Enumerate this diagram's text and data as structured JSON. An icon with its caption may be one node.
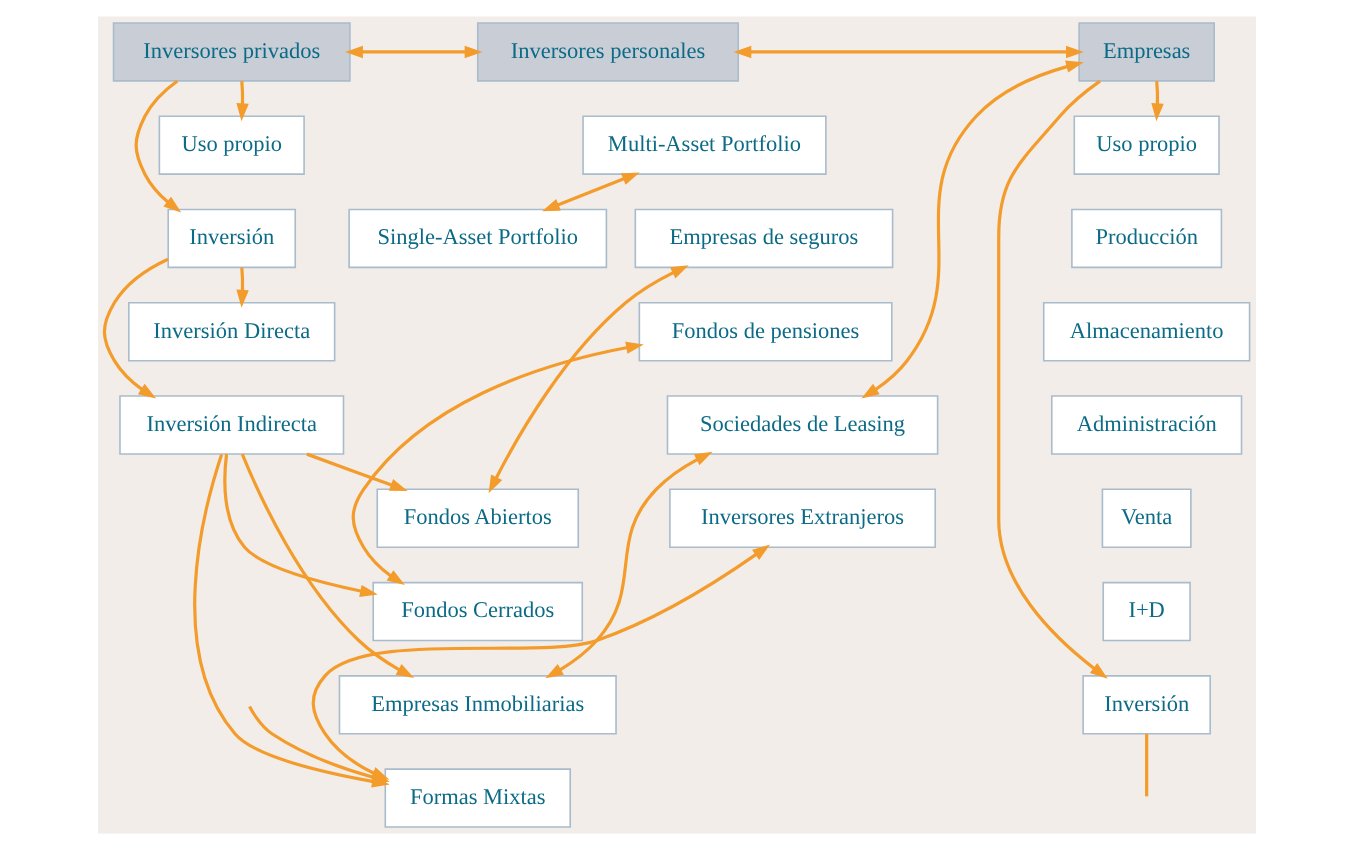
{
  "diagram": {
    "nodes": [
      {
        "text": [
          "Inversores privados"
        ]
      },
      {
        "text": [
          "Inversores personales"
        ]
      },
      {
        "text": [
          "Empresas"
        ]
      },
      {
        "text": [
          "Uso propio"
        ]
      },
      {
        "text": [
          "Single-Asset Portfolio"
        ]
      },
      {
        "text": [
          "Multi-Asset Portfolio"
        ]
      },
      {
        "text": [
          "Uso propio"
        ]
      },
      {
        "text": [
          "Fondos Abiertos"
        ]
      },
      {
        "text": [
          "Empresas de seguros"
        ]
      },
      {
        "text": [
          "Producción"
        ]
      },
      {
        "text": [
          "Inversión"
        ]
      },
      {
        "text": [
          "Inversión Directa"
        ]
      },
      {
        "text": [
          "Almacenamiento"
        ]
      },
      {
        "text": [
          "Fondos Cerrados"
        ]
      },
      {
        "text": [
          "Fondos de pensiones"
        ]
      },
      {
        "text": [
          "Administración"
        ]
      },
      {
        "text": [
          "Inversión Indirecta"
        ]
      },
      {
        "text": [
          "Empresas Inmobiliarias"
        ]
      },
      {
        "text": [
          "Sociedades de Leasing"
        ]
      },
      {
        "text": [
          "Venta"
        ]
      },
      {
        "text": [
          "Formas Mixtas"
        ]
      },
      {
        "text": [
          "Inversores Extranjeros"
        ]
      },
      {
        "text": [
          "I+D"
        ]
      },
      {
        "text": [
          "Inversión"
        ]
      }
    ],
    "edges": [
      {
        "from": 0,
        "to": 1,
        "arrow": "both"
      },
      {
        "from": 1,
        "to": 2,
        "arrow": "both"
      },
      {
        "from": 0,
        "to": 3,
        "arrow": "to"
      },
      {
        "from": 0,
        "to": 10,
        "arrow": "to"
      },
      {
        "from": 10,
        "to": 11,
        "arrow": "to"
      },
      {
        "from": 10,
        "to": 16,
        "arrow": "to"
      },
      {
        "from": 16,
        "to": 7,
        "arrow": "to"
      },
      {
        "from": 16,
        "to": 13,
        "arrow": "to"
      },
      {
        "from": 16,
        "to": 17,
        "arrow": "to"
      },
      {
        "from": 16,
        "to": 20,
        "arrow": "to"
      },
      {
        "from": 4,
        "to": 5,
        "arrow": "both"
      },
      {
        "from": 7,
        "to": 8,
        "arrow": "both"
      },
      {
        "from": 13,
        "to": 14,
        "arrow": "both"
      },
      {
        "from": 17,
        "to": 18,
        "arrow": "both"
      },
      {
        "from": 20,
        "to": 21,
        "arrow": "both"
      },
      {
        "from": 18,
        "to": 2,
        "arrow": "both"
      },
      {
        "from": 2,
        "to": 6,
        "arrow": "to"
      },
      {
        "from": 2,
        "to": 23,
        "arrow": "to"
      },
      {
        "from": null,
        "to": 20,
        "arrow": "to"
      },
      {
        "from": 23,
        "to": null,
        "arrow": "none"
      }
    ]
  }
}
